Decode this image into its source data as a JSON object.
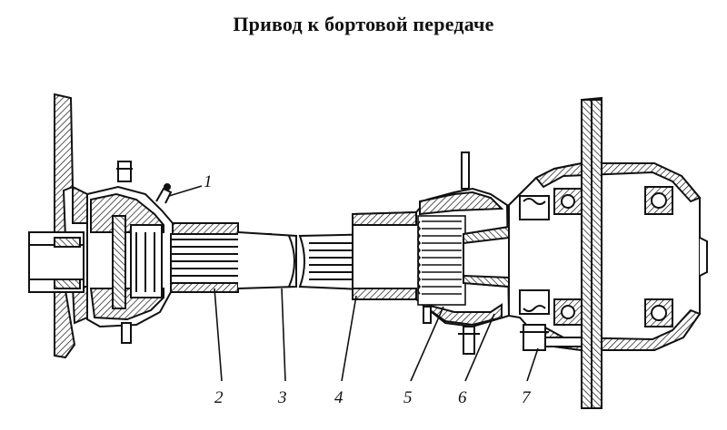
{
  "title": "Привод к бортовой передаче",
  "callouts": [
    {
      "id": "1",
      "text": "1"
    },
    {
      "id": "2",
      "text": "2"
    },
    {
      "id": "3",
      "text": "3"
    },
    {
      "id": "4",
      "text": "4"
    },
    {
      "id": "5",
      "text": "5"
    },
    {
      "id": "6",
      "text": "6"
    },
    {
      "id": "7",
      "text": "7"
    }
  ],
  "colors": {
    "ink": "#111111",
    "paper": "#ffffff"
  }
}
